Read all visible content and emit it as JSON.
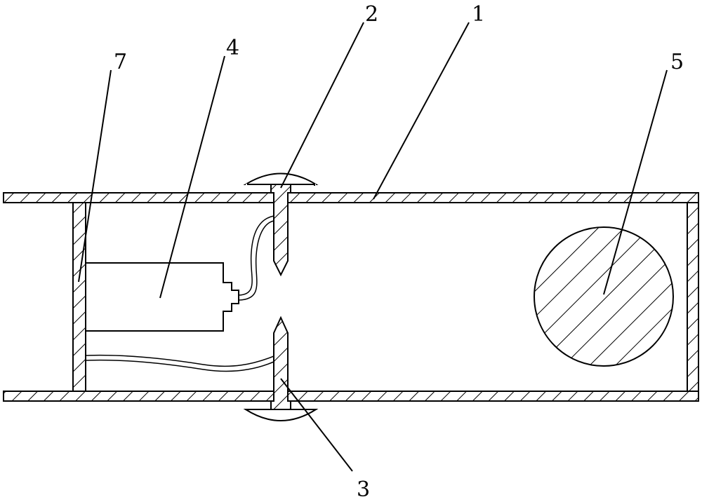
{
  "labels": {
    "l1": "1",
    "l2": "2",
    "l3": "3",
    "l4": "4",
    "l5": "5",
    "l7": "7"
  }
}
